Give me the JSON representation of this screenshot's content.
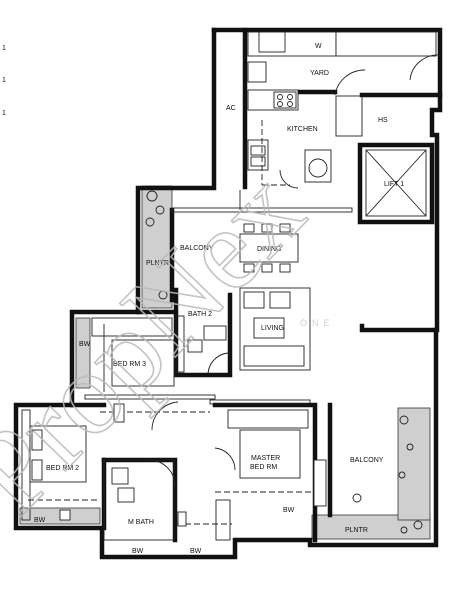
{
  "rooms": {
    "yard": "YARD",
    "w": "W",
    "ac": "AC",
    "kitchen": "KITCHEN",
    "hs": "HS",
    "lift": "LIFT 1",
    "balcony_top": "BALCONY",
    "plntr_left": "PLNTR",
    "dining": "DINING",
    "living": "LIVING",
    "bath2": "BATH 2",
    "bed3": "BED RM 3",
    "bed2": "BED RM 2",
    "master_line1": "MASTER",
    "master_line2": "BED RM",
    "mbath": "M BATH",
    "balcony_right": "BALCONY",
    "plntr_bottom": "PLNTR",
    "bw_bed3": "BW",
    "bw_bed2": "BW",
    "bw_mbath": "BW",
    "bw_mbath2": "BW",
    "bw_master": "BW"
  },
  "left_edge_marks": [
    "1",
    "1",
    "1"
  ],
  "watermark": {
    "brand": "PropNex",
    "tagline": "ONE"
  }
}
